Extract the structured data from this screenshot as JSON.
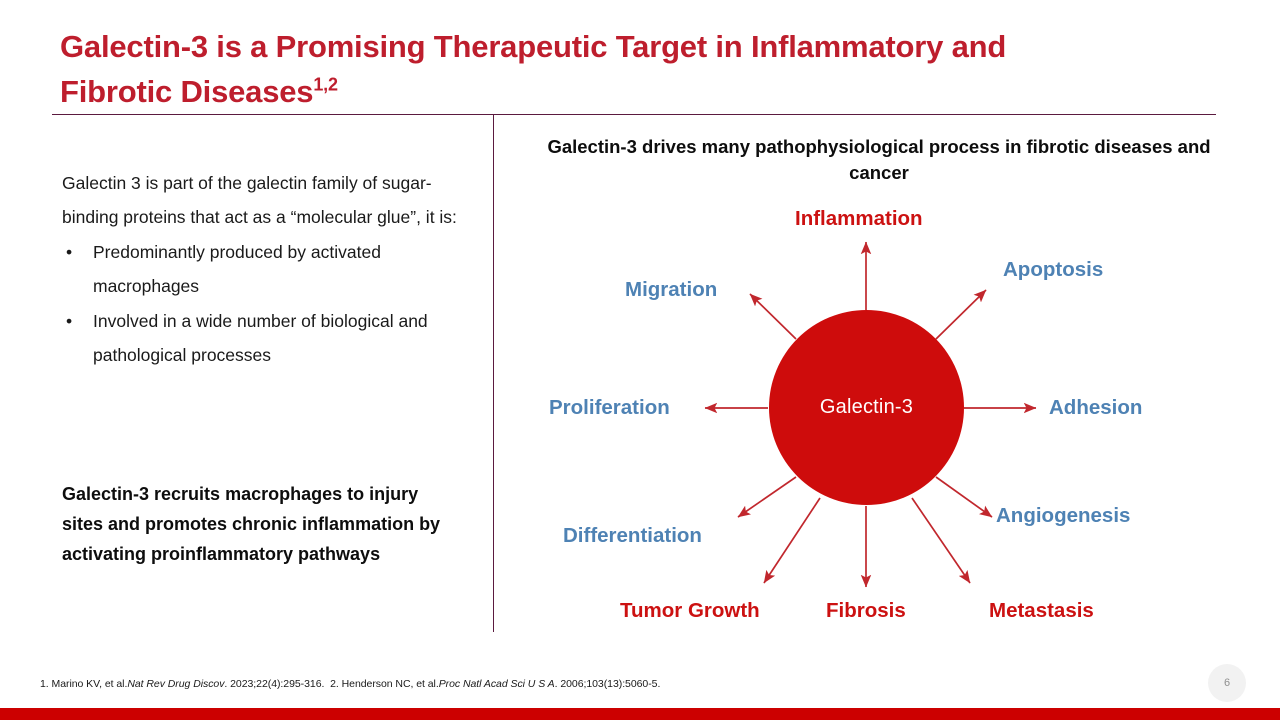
{
  "title": {
    "line1": "Galectin-3 is a Promising Therapeutic Target in Inflammatory and",
    "line2": "Fibrotic Diseases",
    "superscript": "1,2"
  },
  "left": {
    "intro": "Galectin 3 is part of the galectin family of sugar-binding proteins that act as a “molecular glue”, it is:",
    "bullets": [
      "Predominantly produced by activated macrophages",
      "Involved in a wide number of biological and pathological processes"
    ],
    "bullet_glyph": "•",
    "emphasis": "Galectin-3 recruits macrophages to injury sites and promotes chronic inflammation by activating proinflammatory pathways"
  },
  "diagram": {
    "heading": "Galectin-3 drives many pathophysiological process in fibrotic diseases and cancer",
    "hub_label": "Galectin-3",
    "hub_color": "#CE0C0C",
    "arrow_color": "#C1272D",
    "nodes": [
      {
        "label": "Inflammation",
        "color_name": "red",
        "color": "#CC1111"
      },
      {
        "label": "Apoptosis",
        "color_name": "blue",
        "color": "#4E82B4"
      },
      {
        "label": "Adhesion",
        "color_name": "blue",
        "color": "#4E82B4"
      },
      {
        "label": "Angiogenesis",
        "color_name": "blue",
        "color": "#4E82B4"
      },
      {
        "label": "Metastasis",
        "color_name": "red",
        "color": "#CC1111"
      },
      {
        "label": "Fibrosis",
        "color_name": "red",
        "color": "#CC1111"
      },
      {
        "label": "Tumor Growth",
        "color_name": "red",
        "color": "#CC1111"
      },
      {
        "label": "Differentiation",
        "color_name": "blue",
        "color": "#4E82B4"
      },
      {
        "label": "Proliferation",
        "color_name": "blue",
        "color": "#4E82B4"
      },
      {
        "label": "Migration",
        "color_name": "blue",
        "color": "#4E82B4"
      }
    ]
  },
  "footnote": {
    "ref1_prefix": "1. Marino KV, et al.",
    "ref1_journal": "Nat Rev Drug Discov",
    "ref1_suffix": ". 2023;22(4):295-316.",
    "ref2_prefix": "2. Henderson NC, et al.",
    "ref2_journal": "Proc Natl Acad Sci U S A",
    "ref2_suffix": ". 2006;103(13):5060-5."
  },
  "slide_number": "6",
  "theme": {
    "title_color": "#BE1E2D",
    "divider_color": "#5B1A3F",
    "bottom_bar_color": "#CC0000"
  }
}
